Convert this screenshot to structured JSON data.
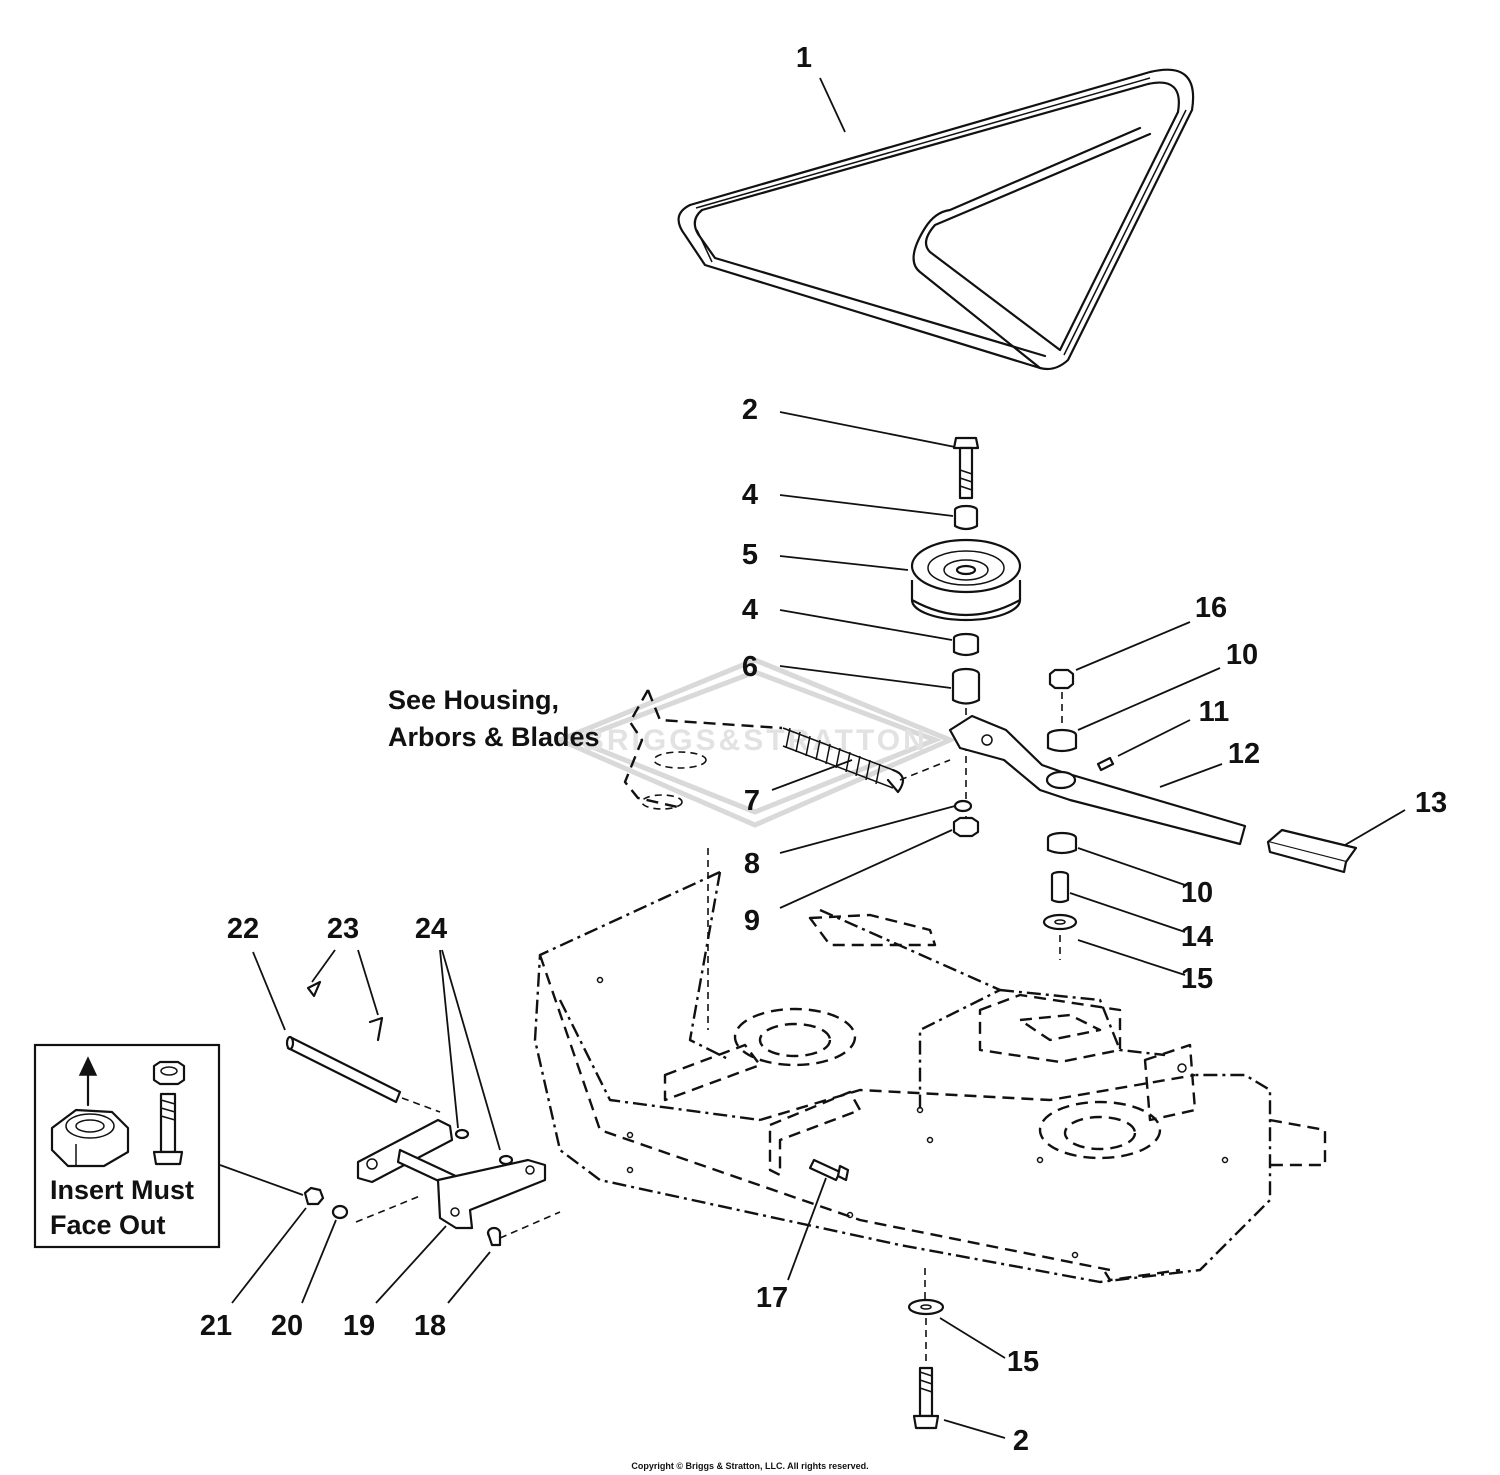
{
  "callouts": {
    "c1": "1",
    "c2_top": "2",
    "c4_top": "4",
    "c5": "5",
    "c4_low": "4",
    "c6": "6",
    "c7": "7",
    "c8": "8",
    "c9": "9",
    "c10_top": "10",
    "c10_low": "10",
    "c11": "11",
    "c12": "12",
    "c13": "13",
    "c14": "14",
    "c15_top": "15",
    "c15_low": "15",
    "c16": "16",
    "c17": "17",
    "c18": "18",
    "c19": "19",
    "c20": "20",
    "c21": "21",
    "c22": "22",
    "c23": "23",
    "c24": "24",
    "c2_bottom": "2"
  },
  "notes": {
    "see_housing_line1": "See Housing,",
    "see_housing_line2": "Arbors & Blades",
    "insert_line1": "Insert Must",
    "insert_line2": "Face Out"
  },
  "watermark": "BRIGGS&STRATTON",
  "copyright": "Copyright © Briggs & Stratton, LLC. All rights reserved."
}
